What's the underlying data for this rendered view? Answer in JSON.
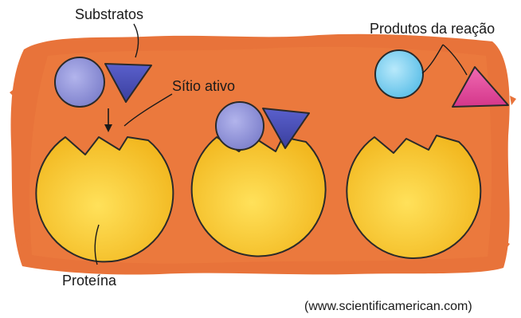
{
  "labels": {
    "substrates": "Substratos",
    "active_site": "Sítio ativo",
    "products": "Produtos da reação",
    "protein": "Proteína"
  },
  "credit": "(www.scientificamerican.com)",
  "colors": {
    "background_blob": "#e8733a",
    "protein": "#f7c531",
    "substrate_circle": "#8d8fd6",
    "substrate_triangle": "#4a4fb8",
    "product_circle": "#7ecfee",
    "product_triangle": "#e0479a"
  }
}
